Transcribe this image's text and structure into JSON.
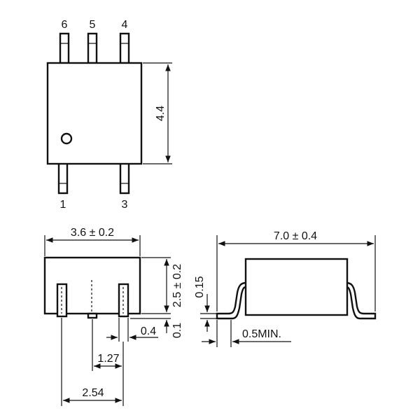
{
  "pins": {
    "p6": "6",
    "p5": "5",
    "p4": "4",
    "p1": "1",
    "p3": "3"
  },
  "dimensions": {
    "body_length": "4.4",
    "body_width": "3.6 ± 0.2",
    "overall_length": "7.0 ± 0.4",
    "height": "2.5 ± 0.2",
    "lead_thickness": "0.15",
    "standoff": "0.1",
    "lead_width": "0.4",
    "half_pitch": "1.27",
    "pitch": "2.54",
    "foot_length": "0.5MIN."
  }
}
